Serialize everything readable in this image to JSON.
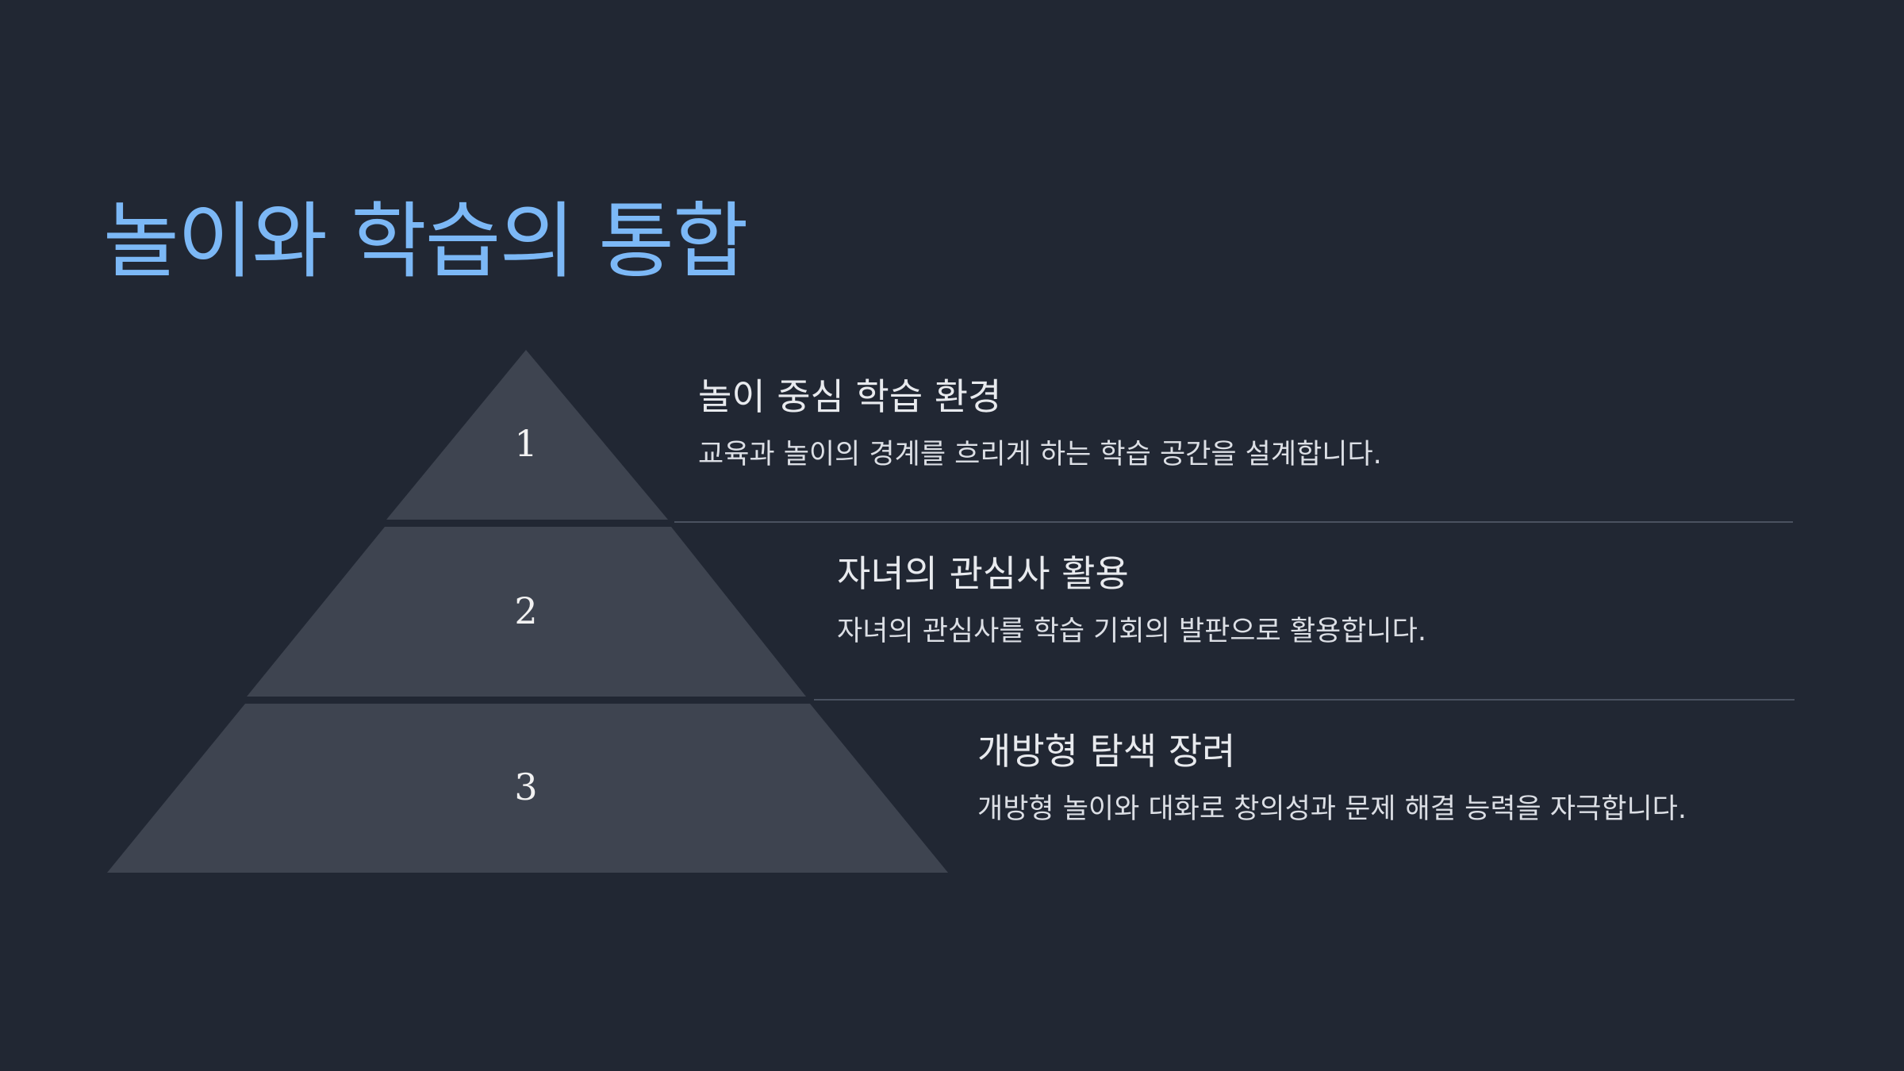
{
  "title": "놀이와 학습의 통합",
  "colors": {
    "background": "#212733",
    "title": "#7cb8f6",
    "tier_fill": "#3e4450",
    "tier_text": "#f2f2f2"
  },
  "tiers": [
    {
      "number": "1",
      "heading": "놀이 중심 학습 환경",
      "description": "교육과 놀이의 경계를 흐리게 하는 학습 공간을 설계합니다."
    },
    {
      "number": "2",
      "heading": "자녀의 관심사 활용",
      "description": "자녀의 관심사를 학습 기회의 발판으로 활용합니다."
    },
    {
      "number": "3",
      "heading": "개방형 탐색 장려",
      "description": "개방형 놀이와 대화로 창의성과 문제 해결 능력을 자극합니다."
    }
  ]
}
